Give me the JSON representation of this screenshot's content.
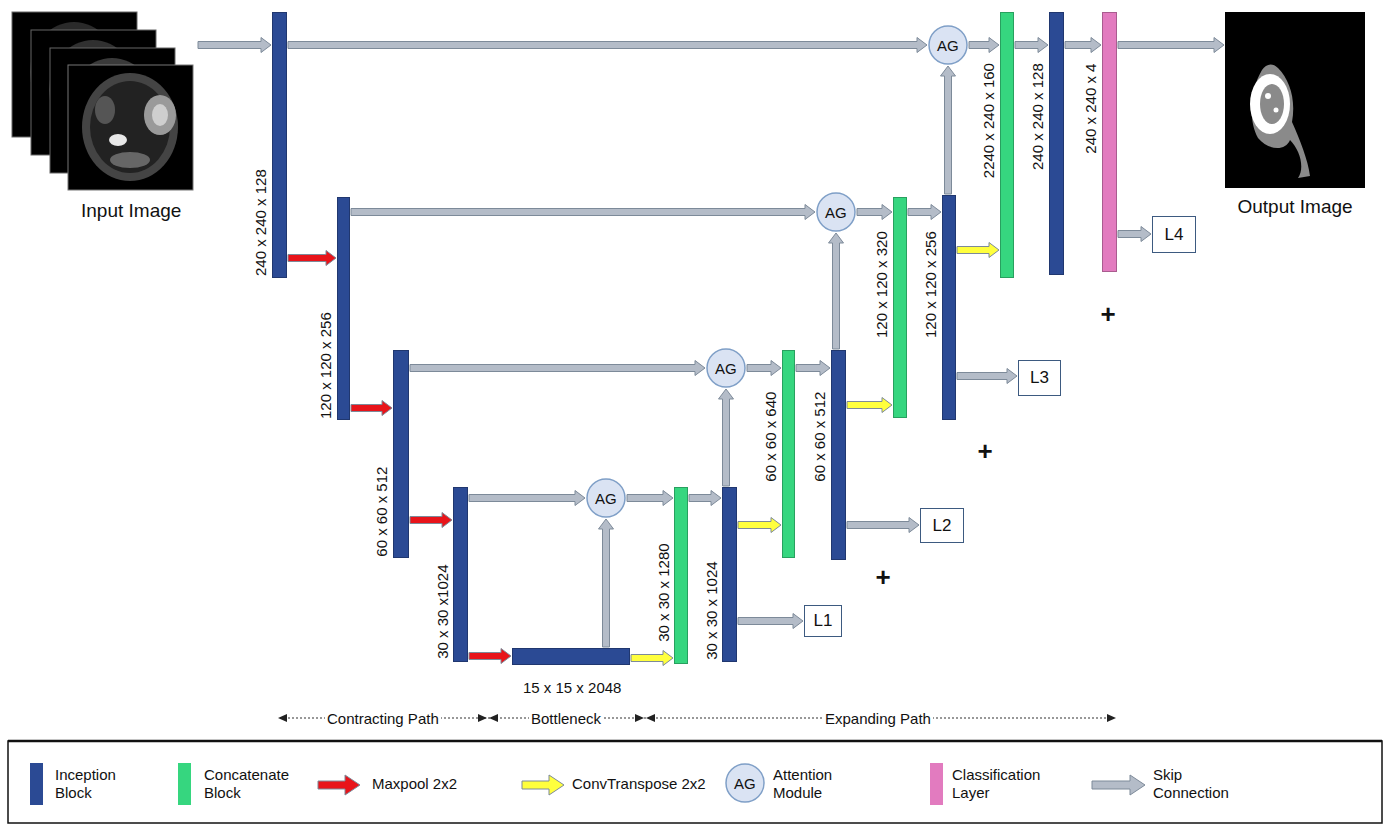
{
  "diagram": {
    "nodes": [
      {
        "text": [
          "Input Image"
        ]
      },
      {
        "text": [
          "240 x 240 x 128"
        ]
      },
      {
        "text": [
          "120 x 120 x 256"
        ]
      },
      {
        "text": [
          "60 x 60 x 512"
        ]
      },
      {
        "text": [
          "30 x 30 x1024"
        ]
      },
      {
        "text": [
          "15 x 15 x 2048"
        ]
      },
      {
        "text": [
          "AG"
        ]
      },
      {
        "text": [
          "30 x 30 x 1280"
        ]
      },
      {
        "text": [
          "30 x 30 x 1024"
        ]
      },
      {
        "text": [
          "L1"
        ]
      },
      {
        "text": [
          "AG"
        ]
      },
      {
        "text": [
          "60 x 60 x 640"
        ]
      },
      {
        "text": [
          "60 x 60 x 512"
        ]
      },
      {
        "text": [
          "L2"
        ]
      },
      {
        "text": [
          "AG"
        ]
      },
      {
        "text": [
          "120 x 120 x 320"
        ]
      },
      {
        "text": [
          "120 x 120 x 256"
        ]
      },
      {
        "text": [
          "L3"
        ]
      },
      {
        "text": [
          "AG"
        ]
      },
      {
        "text": [
          "2240 x 240 x 160"
        ]
      },
      {
        "text": [
          "240 x 240 x 128"
        ]
      },
      {
        "text": [
          "240 x 240 x 4"
        ]
      },
      {
        "text": [
          "L4"
        ]
      },
      {
        "text": [
          "Output Image"
        ]
      }
    ],
    "edges": [
      {
        "from": 0,
        "to": 1,
        "arrow": "to"
      },
      {
        "from": 1,
        "to": 18,
        "arrow": "to"
      },
      {
        "from": 18,
        "to": 19,
        "arrow": "to"
      },
      {
        "from": 19,
        "to": 20,
        "arrow": "to"
      },
      {
        "from": 20,
        "to": 21,
        "arrow": "to"
      },
      {
        "from": 21,
        "to": 23,
        "arrow": "to"
      },
      {
        "from": 21,
        "to": 22,
        "arrow": "to"
      },
      {
        "from": 1,
        "to": 2,
        "arrow": "to"
      },
      {
        "from": 2,
        "to": 14,
        "arrow": "to"
      },
      {
        "from": 14,
        "to": 15,
        "arrow": "to"
      },
      {
        "from": 15,
        "to": 16,
        "arrow": "to"
      },
      {
        "from": 16,
        "to": 19,
        "arrow": "to"
      },
      {
        "from": 16,
        "to": 18,
        "arrow": "to"
      },
      {
        "from": 16,
        "to": 17,
        "arrow": "to"
      },
      {
        "from": 2,
        "to": 3,
        "arrow": "to"
      },
      {
        "from": 3,
        "to": 10,
        "arrow": "to"
      },
      {
        "from": 10,
        "to": 11,
        "arrow": "to"
      },
      {
        "from": 11,
        "to": 12,
        "arrow": "to"
      },
      {
        "from": 12,
        "to": 15,
        "arrow": "to"
      },
      {
        "from": 12,
        "to": 14,
        "arrow": "to"
      },
      {
        "from": 12,
        "to": 13,
        "arrow": "to"
      },
      {
        "from": 3,
        "to": 4,
        "arrow": "to"
      },
      {
        "from": 4,
        "to": 6,
        "arrow": "to"
      },
      {
        "from": 6,
        "to": 7,
        "arrow": "to"
      },
      {
        "from": 7,
        "to": 8,
        "arrow": "to"
      },
      {
        "from": 8,
        "to": 11,
        "arrow": "to"
      },
      {
        "from": 8,
        "to": 10,
        "arrow": "to"
      },
      {
        "from": 8,
        "to": 9,
        "arrow": "to"
      },
      {
        "from": 4,
        "to": 5,
        "arrow": "to"
      },
      {
        "from": 5,
        "to": 6,
        "arrow": "to"
      },
      {
        "from": 5,
        "to": 7,
        "arrow": "to"
      }
    ],
    "labels": [
      "+",
      "+",
      "+",
      "Contracting Path",
      "Bottleneck",
      "Expanding Path",
      "AG"
    ],
    "legend": [
      {
        "text": "Inception Block",
        "color": "#2b4a94"
      },
      {
        "text": "Concatenate Block",
        "color": "#36d67f"
      },
      {
        "text": "Maxpool 2x2"
      },
      {
        "text": "ConvTranspose 2x2"
      },
      {
        "text": "Attention Module"
      },
      {
        "text": "Classification Layer",
        "color": "#e27bbf"
      },
      {
        "text": "Skip Connection"
      }
    ]
  }
}
